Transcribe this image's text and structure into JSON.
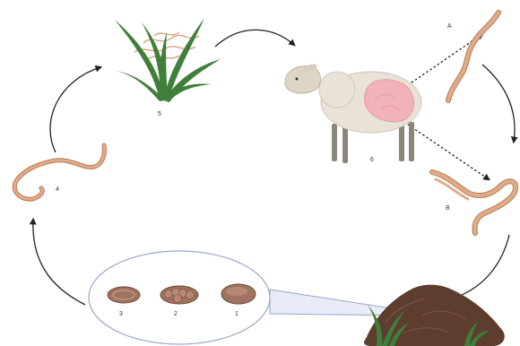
{
  "labels": {
    "grass": "5",
    "sheep": "6",
    "adult_worm_a": "A",
    "adult_worm_b": "B",
    "larva": "4",
    "egg_1": "1",
    "egg_2": "2",
    "egg_3": "3"
  },
  "colors": {
    "worm": "#d9a27e",
    "worm_outline": "#b97a55",
    "grass": "#3f7f3a",
    "egg_fill": "#a07360",
    "egg_outline": "#6e4a3a",
    "feces": "#5c3d2e",
    "ellipse_border": "#9aa6c8",
    "arrow": "#222222",
    "sheep_wool": "#e8e3d6",
    "abomasum": "#f2b3b8"
  }
}
